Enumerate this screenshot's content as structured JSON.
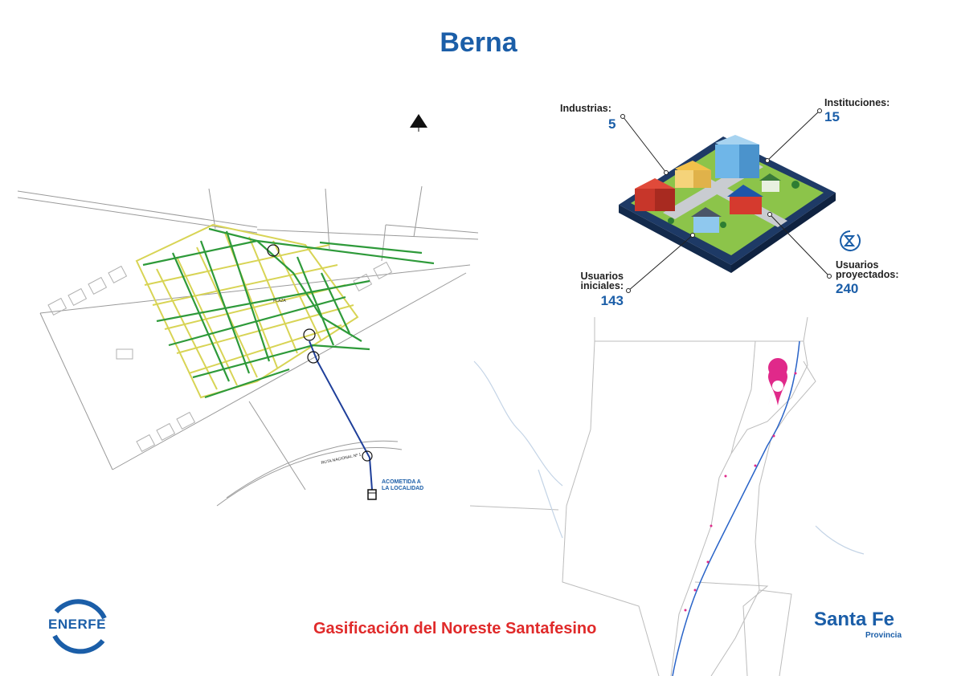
{
  "title": "Berna",
  "stats": {
    "industrias": {
      "label": "Industrias:",
      "value": "5"
    },
    "instituciones": {
      "label": "Instituciones:",
      "value": "15"
    },
    "usuarios_iniciales": {
      "label_line1": "Usuarios",
      "label_line2": "iniciales:",
      "value": "143"
    },
    "usuarios_proyectados": {
      "label_line1": "Usuarios",
      "label_line2": "proyectados:",
      "value": "240"
    }
  },
  "town_map": {
    "plaza_label": "PLAZA",
    "route_label": "RUTA NACIONAL Nº 1",
    "connection_label_line1": "ACOMETIDA A",
    "connection_label_line2": "LA LOCALIDAD",
    "colors": {
      "network_green": "#2e9a3a",
      "network_yellow": "#d8d455",
      "trunk_blue": "#1f3f9a"
    }
  },
  "region_map": {
    "marker_color": "#e0298a",
    "river_color": "#2a64c8"
  },
  "footer": {
    "project_title": "Gasificación del Noreste Santafesino",
    "logo_left": "ENERFE",
    "logo_right": "Santa Fe",
    "logo_right_sub": "Provincia"
  },
  "colors": {
    "brand_blue": "#1b5ea8",
    "footer_red": "#e02a2a"
  }
}
